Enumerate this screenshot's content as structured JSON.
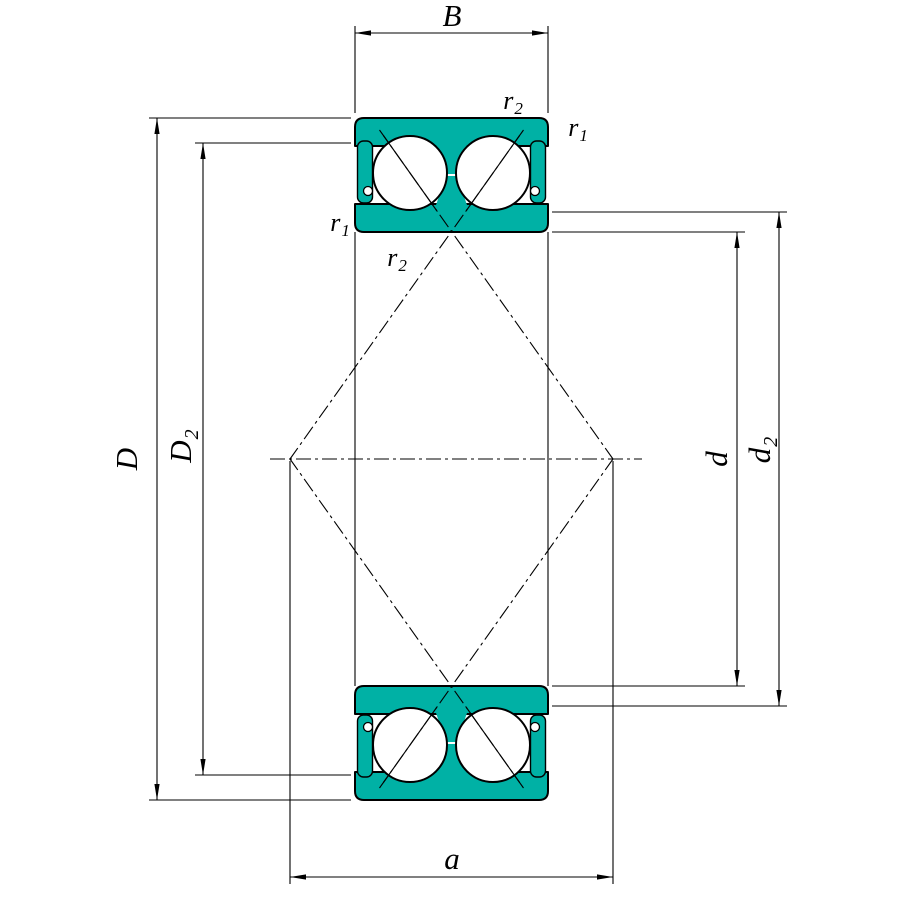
{
  "colors": {
    "teal": "#00b1a5",
    "line": "#000000",
    "background": "#ffffff"
  },
  "labels": {
    "B": "B",
    "D": "D",
    "D2": {
      "base": "D",
      "sub": "2"
    },
    "d": "d",
    "d2": {
      "base": "d",
      "sub": "2"
    },
    "a": "a",
    "r1": {
      "base": "r",
      "sub": "1"
    },
    "r2": {
      "base": "r",
      "sub": "2"
    }
  }
}
